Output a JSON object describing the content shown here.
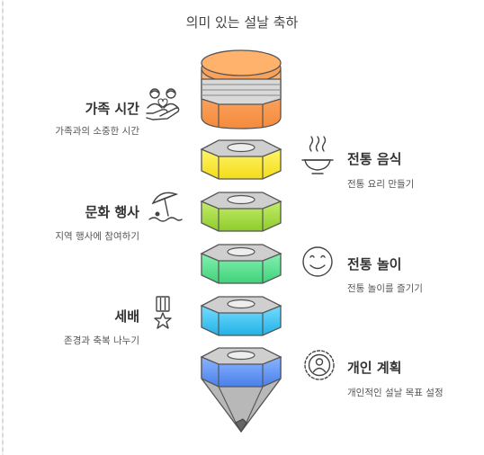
{
  "title": "의미 있는 설날 축하",
  "items": [
    {
      "label": "가족 시간",
      "desc": "가족과의 소중한 시간",
      "icon": "family-heart-hand-icon",
      "color": "#f7a15a"
    },
    {
      "label": "전통 음식",
      "desc": "전통 요리 만들기",
      "icon": "steaming-bowl-icon",
      "color": "#f5e72e"
    },
    {
      "label": "문화 행사",
      "desc": "지역 행사에 참여하기",
      "icon": "beach-umbrella-icon",
      "color": "#a6d941"
    },
    {
      "label": "전통 놀이",
      "desc": "전통 놀이를 즐기기",
      "icon": "smiley-face-icon",
      "color": "#5ee08f"
    },
    {
      "label": "세배",
      "desc": "존경과 축복 나누기",
      "icon": "medal-star-icon",
      "color": "#3ec6f0"
    },
    {
      "label": "개인 계획",
      "desc": "개인적인 설날 목표 설정",
      "icon": "person-badge-icon",
      "color": "#5b93f0"
    }
  ]
}
